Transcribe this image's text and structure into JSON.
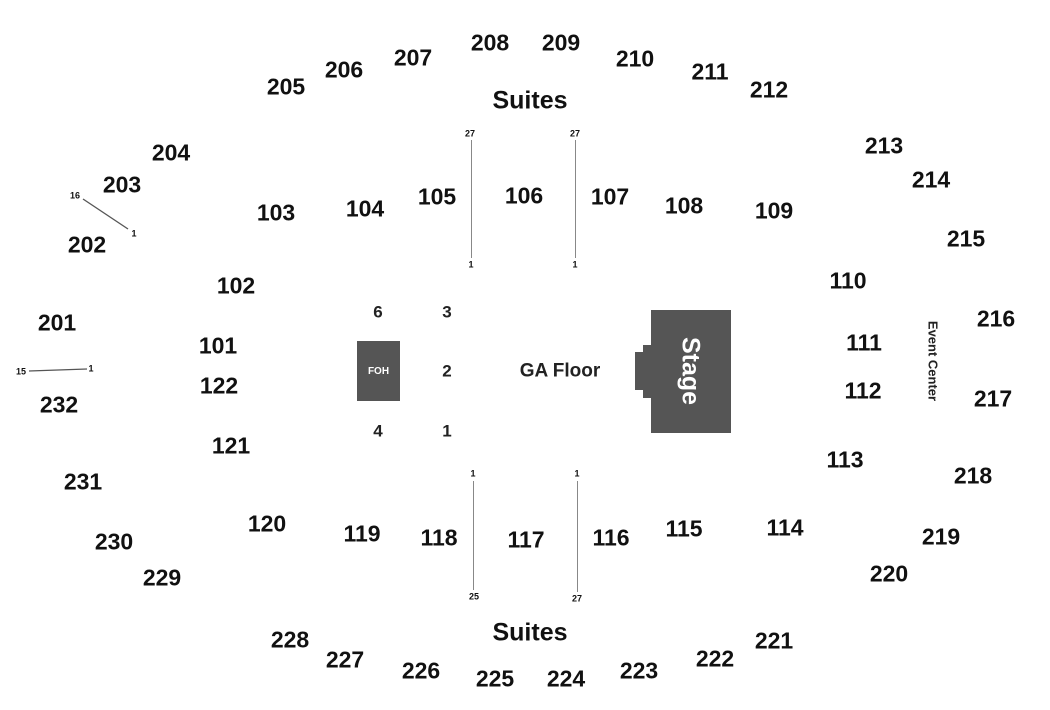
{
  "map": {
    "sections_100": [
      "101",
      "102",
      "103",
      "104",
      "105",
      "106",
      "107",
      "108",
      "109",
      "110",
      "111",
      "112",
      "113",
      "114",
      "115",
      "116",
      "117",
      "118",
      "119",
      "120",
      "121",
      "122"
    ],
    "sections_200": [
      "201",
      "202",
      "203",
      "204",
      "205",
      "206",
      "207",
      "208",
      "209",
      "210",
      "211",
      "212",
      "213",
      "214",
      "215",
      "216",
      "217",
      "218",
      "219",
      "220",
      "221",
      "222",
      "223",
      "224",
      "225",
      "226",
      "227",
      "228",
      "229",
      "230",
      "231",
      "232"
    ],
    "suites_top": "Suites",
    "suites_bottom": "Suites",
    "floor_label": "GA Floor",
    "stage_label": "Stage",
    "foh_label": "FOH",
    "event_center_label": "Event Center",
    "pit_labels": [
      "6",
      "3",
      "2",
      "4",
      "1"
    ],
    "row_labels": {
      "top_left_first": "27",
      "top_left_last": "1",
      "top_right_first": "27",
      "top_right_last": "1",
      "bottom_left_first": "1",
      "bottom_left_last": "25",
      "bottom_right_first": "1",
      "bottom_right_last": "27",
      "s203_first": "16",
      "s203_last": "1",
      "s201_first": "15",
      "s201_last": "1"
    },
    "colors": {
      "stage": "#555555",
      "foh": "#555555",
      "text": "#111111",
      "divider": "#888888"
    }
  }
}
